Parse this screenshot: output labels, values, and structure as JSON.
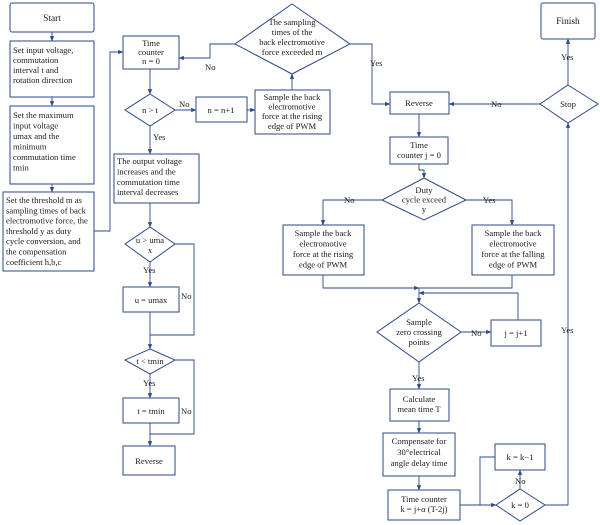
{
  "nodes": {
    "start": "Start",
    "set_input_voltage": [
      "Set input voltage,",
      "commutation",
      "interval t and",
      "rotation direction"
    ],
    "set_max_voltage": [
      "Set the maximum",
      "input voltage",
      "umax and the",
      "minimum",
      "commutation time",
      "tmin"
    ],
    "set_threshold": [
      "Set the threshold m as",
      "sampling times of back",
      "electromotive force, the",
      "threshold y as duty",
      "cycle conversion, and",
      "the compensation",
      "coefficient h,b,c"
    ],
    "time_counter_n": [
      "Time",
      "counter",
      "n = 0"
    ],
    "n_gt_t": "n > t",
    "n_inc": "n = n+1",
    "sample_rising_1": [
      "Sample the back",
      "electromotive",
      "force at the rising",
      "edge of PWM"
    ],
    "sampling_exceeded": [
      "The sampling",
      "times of the",
      "back electromotive",
      "force exceeded m"
    ],
    "output_voltage": [
      "The output voltage",
      "increases and the",
      "commutation time",
      "interval decreases"
    ],
    "u_gt_umax": [
      "u > uma",
      "x"
    ],
    "u_eq_umax": "u = umax",
    "t_lt_tmin": "t < tmin",
    "t_eq_tmin": "t = tmin",
    "reverse_left": "Reverse",
    "reverse_right": "Reverse",
    "time_counter_j": [
      "Time",
      "counter j = 0"
    ],
    "duty_cycle": [
      "Duty",
      "cycle exceed",
      "y"
    ],
    "sample_rising_2": [
      "Sample the back",
      "electromotive",
      "force at the rising",
      "edge of PWM"
    ],
    "sample_falling": [
      "Sample the back",
      "electromotive",
      "force at the falling",
      "edge of PWM"
    ],
    "sample_zero": [
      "Sample",
      "zero crossing",
      "points"
    ],
    "j_inc": "j = j+1",
    "calc_mean": [
      "Calculate",
      "mean time T"
    ],
    "compensate": [
      "Compensate for",
      "30°electrical",
      "angle delay time"
    ],
    "time_counter_k": [
      "Time counter",
      "k = j+α (T-2j)"
    ],
    "k_eq_0": "k = 0",
    "k_dec": "k = k−1",
    "stop": "Stop",
    "finish": "Finish"
  },
  "edge_labels": {
    "yes": "Yes",
    "no": "No"
  }
}
